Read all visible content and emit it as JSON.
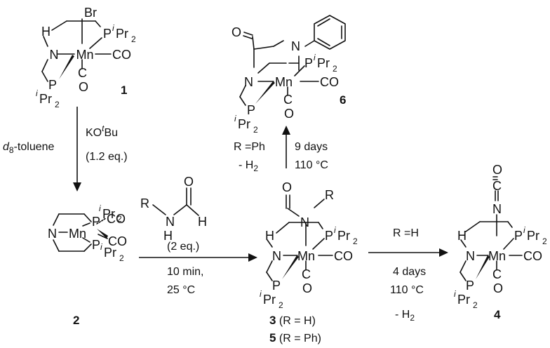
{
  "compounds": {
    "c1": {
      "label": "1"
    },
    "c2": {
      "label": "2"
    },
    "c3": {
      "label": "3",
      "suffix": " (R = H)"
    },
    "c4": {
      "label": "4"
    },
    "c5": {
      "label": "5",
      "suffix": " (R = Ph)"
    },
    "c6": {
      "label": "6"
    }
  },
  "atoms": {
    "Mn": "Mn",
    "N": "N",
    "P": "P",
    "H": "H",
    "O": "O",
    "C": "C",
    "R": "R",
    "Br": "Br",
    "CO": "CO",
    "iPr2": "Pr",
    "iPr2_sup": "i",
    "iPr2_sub": "2"
  },
  "conditions": {
    "step1_left": {
      "base": "d",
      "sub": "8",
      "rest": "-toluene"
    },
    "step1_right_1": {
      "pre": "KO",
      "sup": "t",
      "post": "Bu"
    },
    "step1_right_2": "(1.2 eq.)",
    "step2_reagent_eq": "(2 eq.)",
    "step2_below_1": "10 min,",
    "step2_below_2": "25 °C",
    "step3_above": "R =H",
    "step3_below_1": "4 days",
    "step3_below_2": "110 °C",
    "step3_below_3": {
      "pre": "- H",
      "sub": "2"
    },
    "step4_left_1": "R =Ph",
    "step4_left_2": {
      "pre": "- H",
      "sub": "2"
    },
    "step4_right_1": "9 days",
    "step4_right_2": "110 °C"
  }
}
